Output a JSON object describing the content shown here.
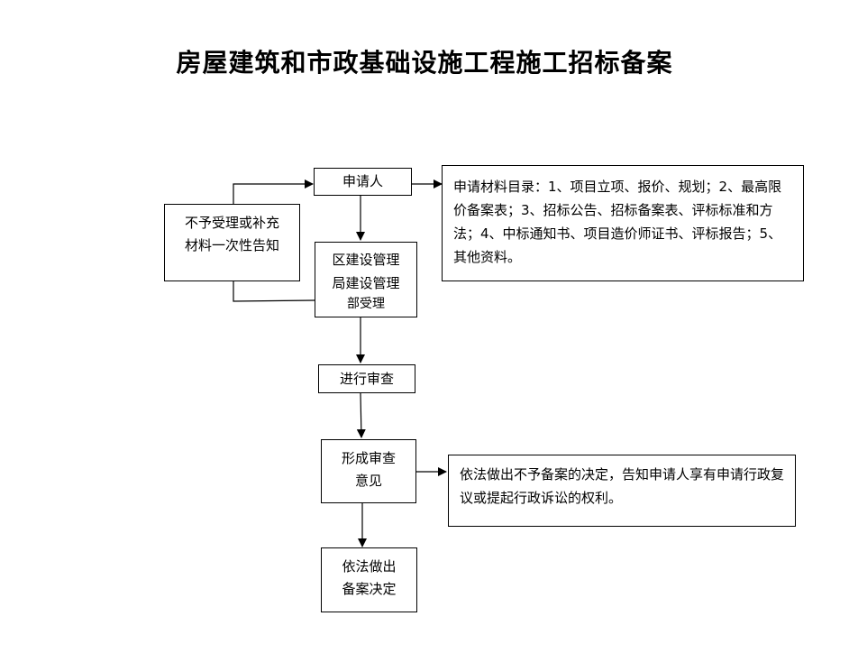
{
  "title": "房屋建筑和市政基础设施工程施工招标备案",
  "nodes": {
    "applicant": "申请人",
    "materials": "申请材料目录：1、项目立项、报价、规划；2、最高限价备案表；3、招标公告、招标备案表、评标标准和方法；4、中标通知书、项目造价师证书、评标报告；5、其他资料。",
    "reject_line1": "不予受理或补充",
    "reject_line2": "材料一次性告知",
    "accept_line1": "区建设管理",
    "accept_line2": "局建设管理",
    "accept_line3": "部受理",
    "review": "进行审查",
    "opinion_line1": "形成审查",
    "opinion_line2": "意见",
    "deny_notice": "依法做出不予备案的决定，告知申请人享有申请行政复议或提起行政诉讼的权利。",
    "decision_line1": "依法做出",
    "decision_line2": "备案决定"
  }
}
